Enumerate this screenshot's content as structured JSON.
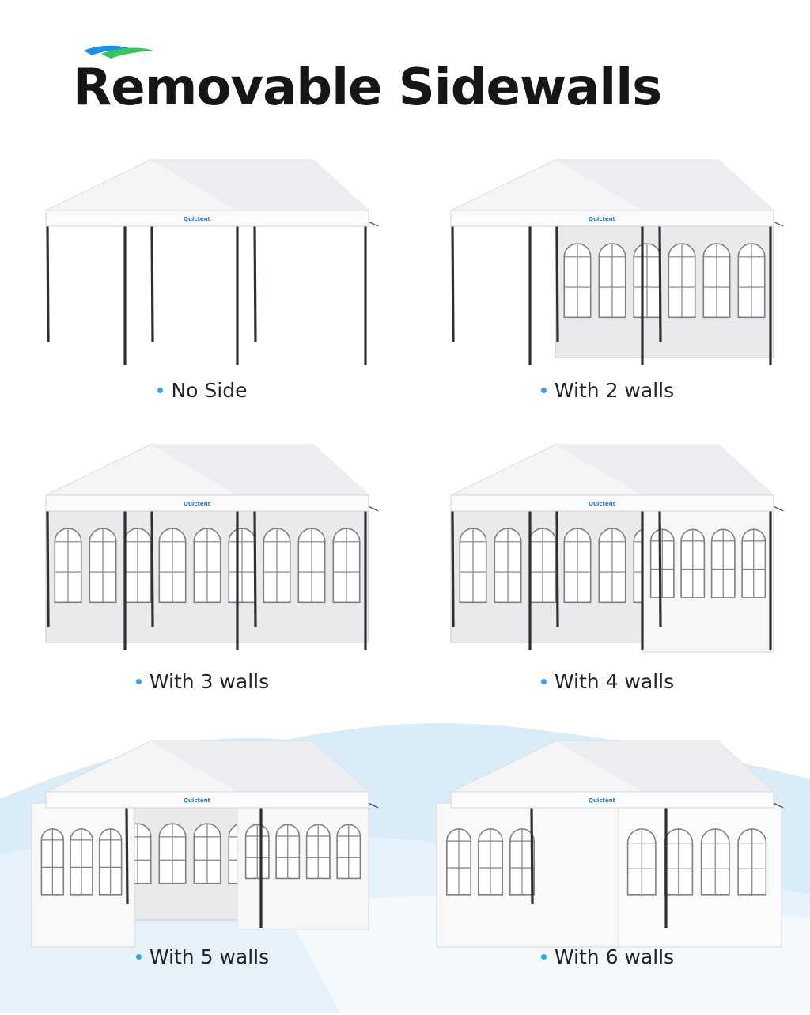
{
  "header": {
    "title": "Removable Sidewalls"
  },
  "brand": {
    "label": "Quictent"
  },
  "colors": {
    "accent": "#2aa8e6",
    "logo_blue": "#1e90e8",
    "logo_green": "#37c45a",
    "canopy": "#f4f5f7",
    "frame": "#2e2f33",
    "wall": "#e9eaec"
  },
  "options": [
    {
      "label": "No Side",
      "walls": 0
    },
    {
      "label": "With 2 walls",
      "walls": 2
    },
    {
      "label": "With 3 walls",
      "walls": 3
    },
    {
      "label": "With 4 walls",
      "walls": 4
    },
    {
      "label": "With 5 walls",
      "walls": 5
    },
    {
      "label": "With 6 walls",
      "walls": 6
    }
  ]
}
